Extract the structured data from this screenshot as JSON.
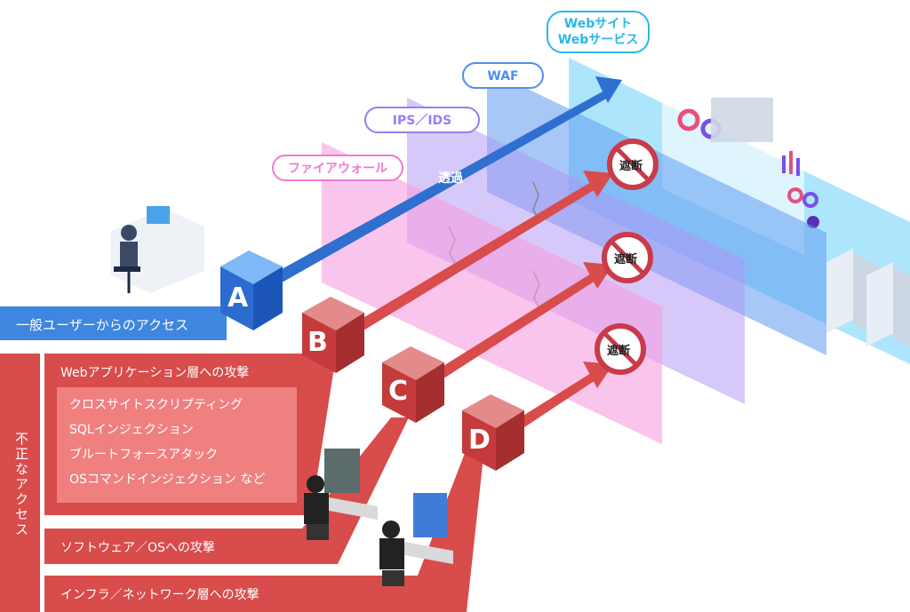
{
  "layers": {
    "firewall": "ファイアウォール",
    "ips_ids": "IPS／IDS",
    "waf": "WAF",
    "website_line1": "Webサイト",
    "website_line2": "Webサービス"
  },
  "pass_label": "透過",
  "block_label": "遮断",
  "access": {
    "general": "一般ユーザーからのアクセス",
    "illegal": "不正なアクセス"
  },
  "attacks": {
    "webapp_title": "Webアプリケーション層への攻撃",
    "webapp_items": [
      "クロスサイトスクリプティング",
      "SQLインジェクション",
      "ブルートフォースアタック",
      "OSコマンドインジェクション など"
    ],
    "software": "ソフトウェア／OSへの攻撃",
    "infra": "インフラ／ネットワーク層への攻撃"
  },
  "letters": [
    "A",
    "B",
    "C",
    "D"
  ],
  "colors": {
    "blue_arrow": "#3a7fd9",
    "red": "#d84c4c",
    "firewall": "#f07ad2",
    "ips": "#9b7cf0",
    "waf": "#4d8ef0",
    "web": "#2ab7ea"
  }
}
